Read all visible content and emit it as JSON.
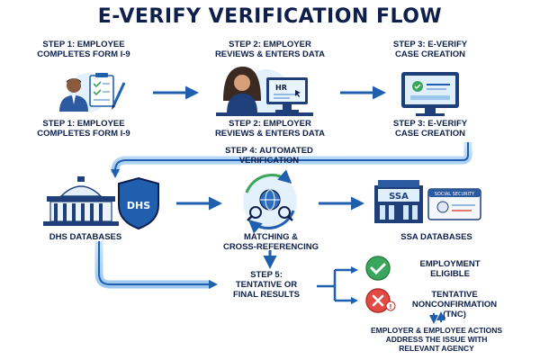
{
  "title": "E-VERIFY VERIFICATION FLOW",
  "steps": {
    "step1": {
      "top": "STEP 1: EMPLOYEE",
      "bottom": "COMPLETES FORM I-9"
    },
    "step2": {
      "top": "STEP 2: EMPLOYER",
      "bottom": "REVIEWS & ENTERS DATA"
    },
    "step3": {
      "top": "STEP 3: E-VERIFY",
      "bottom": "CASE CREATION"
    },
    "step4": {
      "top": "STEP 4: AUTOMATED",
      "bottom": "VERIFICATION"
    },
    "step5": {
      "line1": "STEP 5:",
      "line2": "TENTATIVE OR",
      "line3": "FINAL RESULTS"
    }
  },
  "nodes": {
    "dhs_label": "DHS DATABASES",
    "dhs_badge": "DHS",
    "matching": {
      "line1": "MATCHING &",
      "line2": "CROSS-REFERENCING"
    },
    "ssa_label": "SSA DATABASES",
    "ssa_badge": "SSA",
    "hr_sign": "HR",
    "ss_card": "SOCIAL SECURITY"
  },
  "results": {
    "eligible": {
      "line1": "EMPLOYMENT",
      "line2": "ELIGIBLE"
    },
    "tnc": {
      "line1": "TENTATIVE",
      "line2": "NONCONFIRMATION",
      "line3": "(TNC)"
    },
    "actions": {
      "line1": "EMPLOYER & EMPLOYEE ACTIONS",
      "line2": "ADDRESS THE ISSUE WITH",
      "line3": "RELEVANT AGENCY"
    }
  },
  "colors": {
    "navy": "#0d1f4a",
    "arrow_blue": "#1f5fae",
    "light_blue": "#d9ecfb",
    "green": "#3aa55d",
    "red": "#e24a44"
  }
}
